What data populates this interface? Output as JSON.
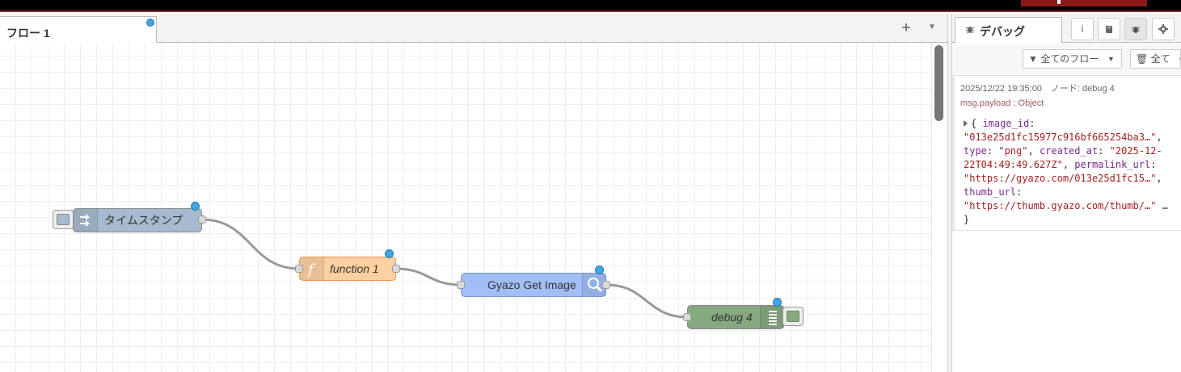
{
  "header": {
    "deploy_color": "#8c1919"
  },
  "workspace": {
    "tab_label": "フロー 1",
    "add_tab_glyph": "+",
    "tab_menu_glyph": "▼"
  },
  "nodes": {
    "inject": {
      "label": "タイムスタンプ",
      "color": "#a6bbcf",
      "icon": "arrow-right-icon"
    },
    "function": {
      "label": "function 1",
      "color": "#fdd0a2",
      "icon": "function-icon"
    },
    "gyazo": {
      "label": "Gyazo Get Image",
      "color": "#a1bef7",
      "icon": "search-icon"
    },
    "debug": {
      "label": "debug 4",
      "color": "#87a980",
      "icon": "list-icon"
    }
  },
  "sidebar": {
    "tab_label": "デバッグ",
    "icons": [
      "info-icon",
      "book-icon",
      "bug-icon",
      "gear-icon"
    ],
    "filter_label": "全てのフロー",
    "clear_label": "全て",
    "message": {
      "meta": "2025/12/22 19:35:00　ノード: debug 4",
      "topic": "msg.payload : Object",
      "lines": [
        [
          {
            "t": "{ "
          },
          {
            "k": "image_id"
          },
          {
            "t": ":"
          }
        ],
        [
          {
            "s": "\"013e25d1fc15977c916bf665254ba3…\""
          },
          {
            "t": ","
          }
        ],
        [
          {
            "k": "type"
          },
          {
            "t": ": "
          },
          {
            "s": "\"png\""
          },
          {
            "t": ", "
          },
          {
            "k": "created_at"
          },
          {
            "t": ": "
          },
          {
            "s": "\"2025-12-"
          }
        ],
        [
          {
            "s": "22T04:49:49.627Z\""
          },
          {
            "t": ", "
          },
          {
            "k": "permalink_url"
          },
          {
            "t": ":"
          }
        ],
        [
          {
            "s": "\"https://gyazo.com/013e25d1fc15…\""
          },
          {
            "t": ","
          }
        ],
        [
          {
            "k": "thumb_url"
          },
          {
            "t": ":"
          }
        ],
        [
          {
            "s": "\"https://thumb.gyazo.com/thumb/…\""
          },
          {
            "t": " …"
          }
        ],
        [
          {
            "t": "}"
          }
        ]
      ]
    }
  }
}
